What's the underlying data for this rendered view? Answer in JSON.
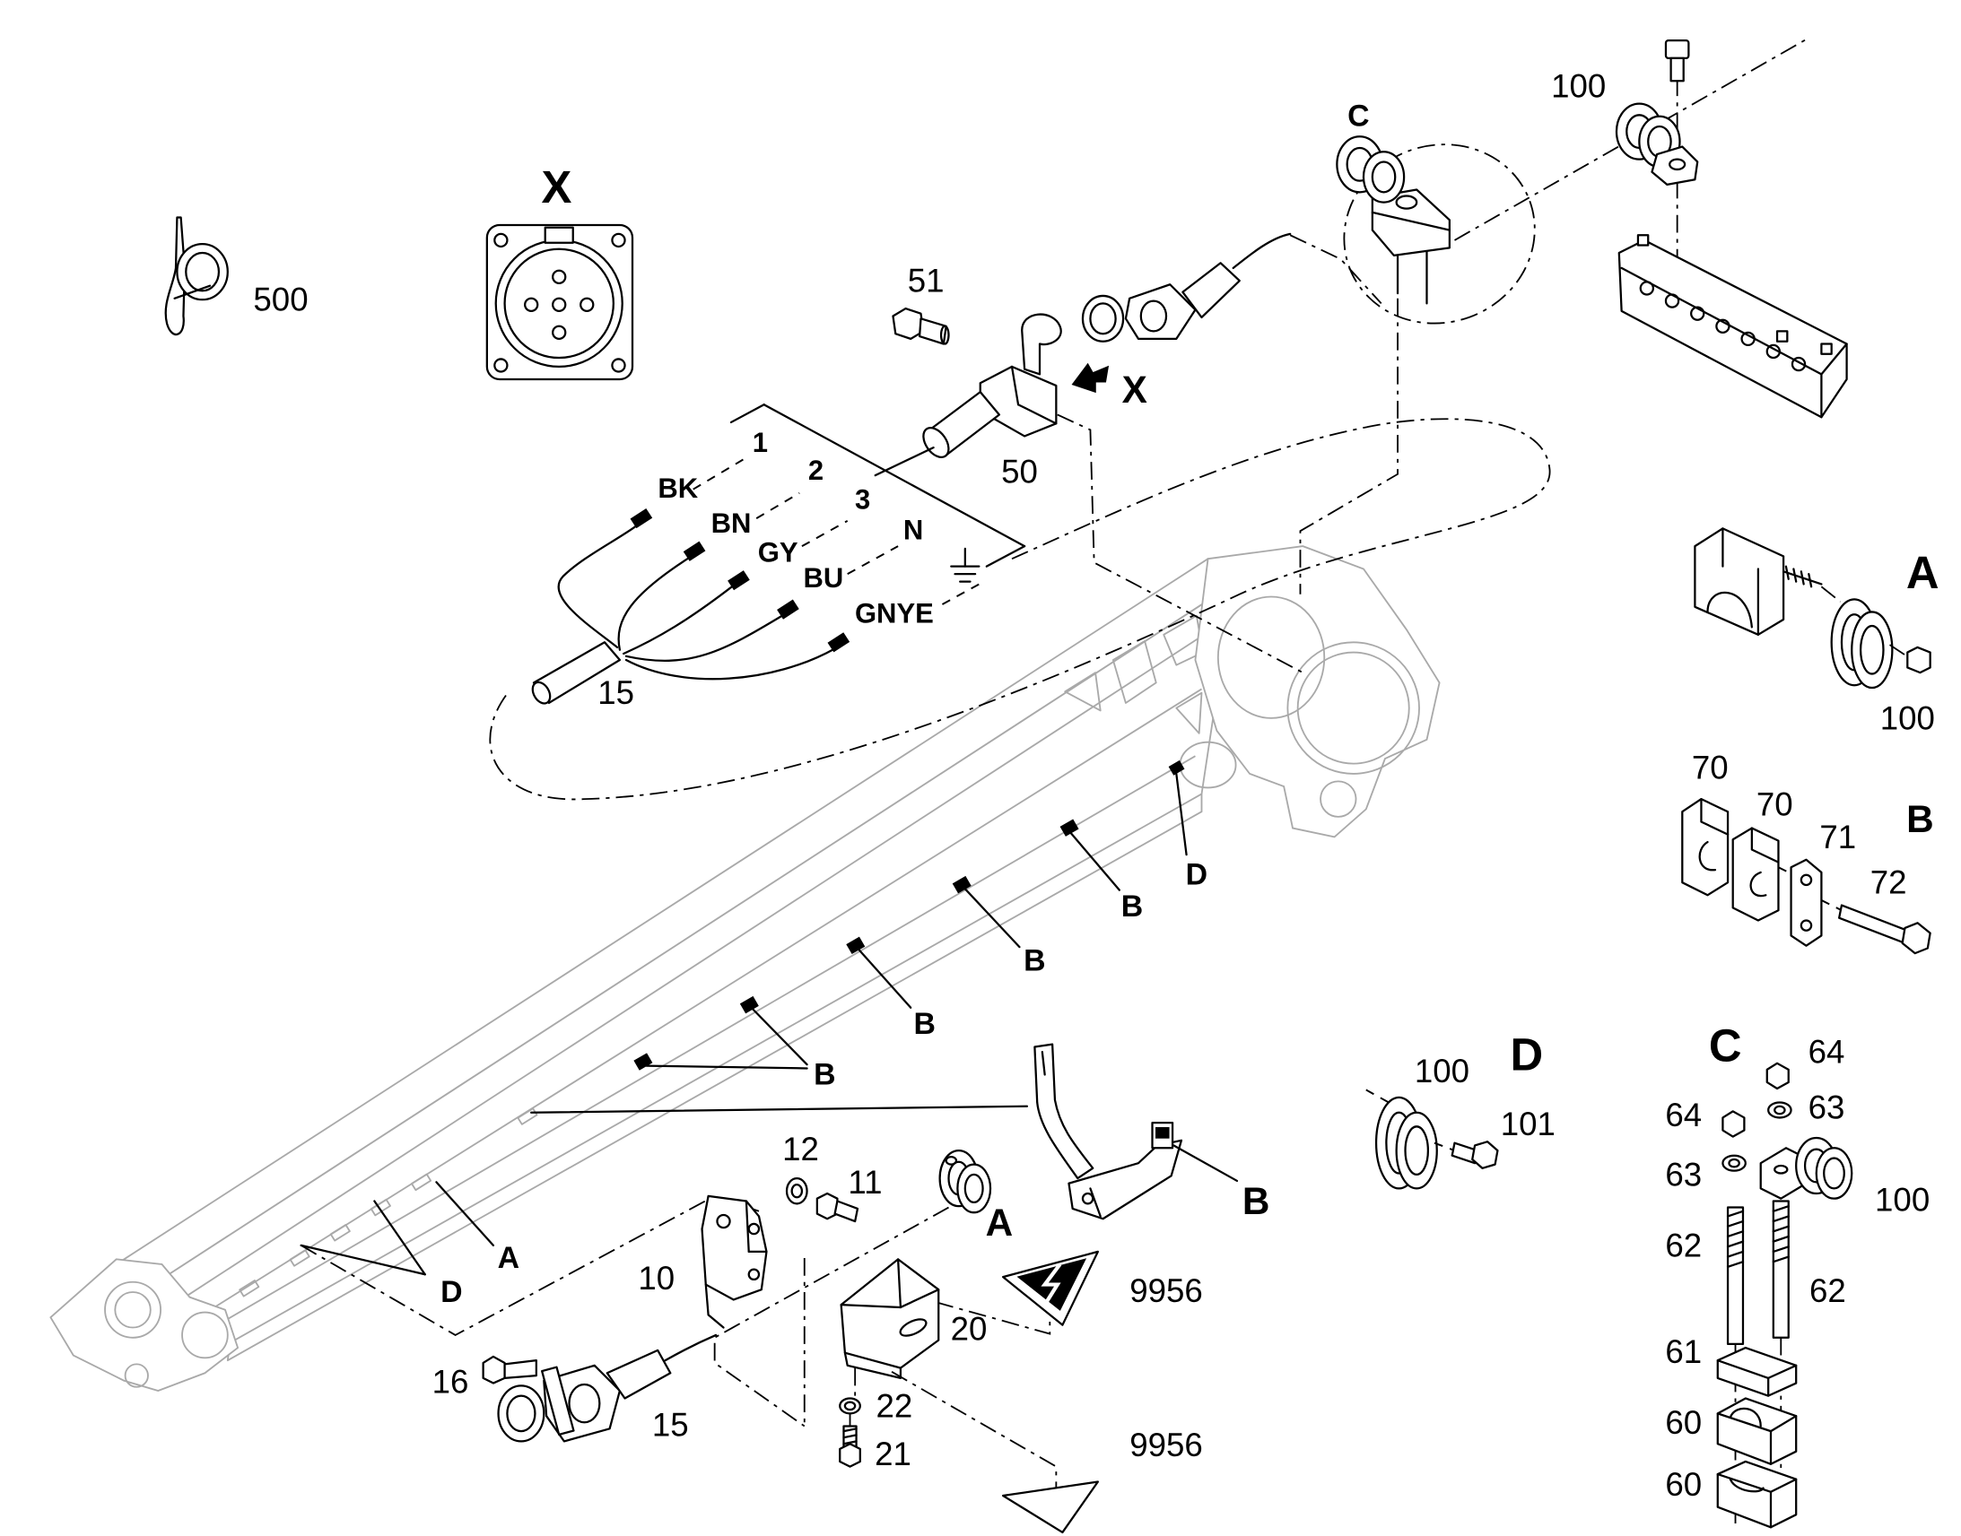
{
  "views": {
    "x_title": "X",
    "x_arrow": "X",
    "c_top": "C",
    "a_detail": "A",
    "b_detail": "B",
    "d_detail": "D",
    "c_detail": "C"
  },
  "boom_markers": {
    "d_top": "D",
    "b_1": "B",
    "b_2": "B",
    "b_3": "B",
    "b_4": "B",
    "b_bracket": "B",
    "a_clamp": "A",
    "a_boom": "A",
    "d_boom": "D"
  },
  "wiring": {
    "pins": [
      "1",
      "2",
      "3",
      "N"
    ],
    "colors": [
      "BK",
      "BN",
      "GY",
      "BU",
      "GNYE"
    ],
    "ground_icon": "ground-icon"
  },
  "callouts": {
    "p500": "500",
    "p51": "51",
    "p50": "50",
    "p15_cable": "15",
    "p100_top": "100",
    "p100_a": "100",
    "p70_left": "70",
    "p70_right": "70",
    "p71": "71",
    "p72": "72",
    "p100_d": "100",
    "p101": "101",
    "p64_right": "64",
    "p64_left": "64",
    "p63_right": "63",
    "p63_left": "63",
    "p100_c": "100",
    "p62_left": "62",
    "p62_right": "62",
    "p61": "61",
    "p60_top": "60",
    "p60_bottom": "60",
    "p12": "12",
    "p11": "11",
    "p10": "10",
    "p16": "16",
    "p15_socket": "15",
    "p22": "22",
    "p21": "21",
    "p20": "20",
    "p9956_top": "9956",
    "p9956_bottom": "9956"
  }
}
